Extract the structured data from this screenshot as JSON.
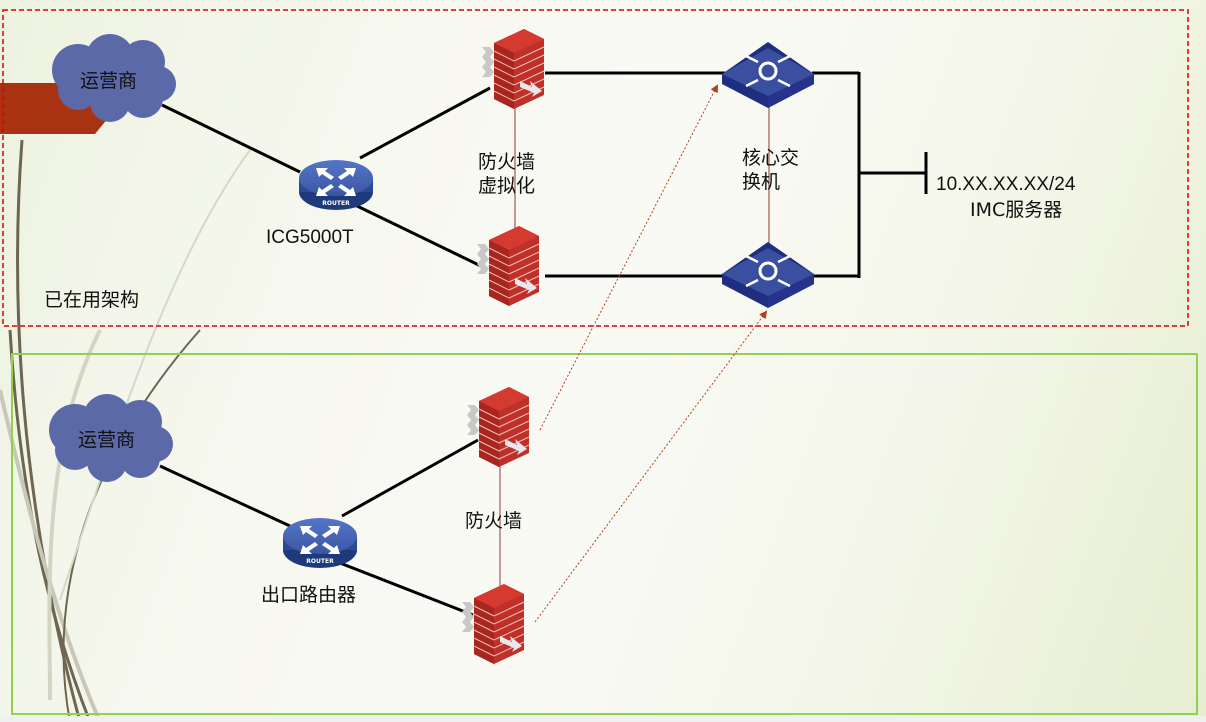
{
  "diagram": {
    "type": "network-topology",
    "groups": [
      {
        "id": "existing",
        "label": "已在用架构",
        "border": "dashed",
        "border_color": "#e00000"
      },
      {
        "id": "legacy",
        "label": "",
        "border": "solid",
        "border_color": "#92d050"
      }
    ],
    "nodes": {
      "isp_top": {
        "label": "运营商",
        "kind": "cloud"
      },
      "router_top": {
        "label": "ICG5000T",
        "kind": "router",
        "badge": "ROUTER"
      },
      "fw_virtual_label": {
        "label": "防火墙\n虚拟化"
      },
      "core_switch_label": {
        "label": "核心交\n换机"
      },
      "server_ip": {
        "label": "10.XX.XX.XX/24"
      },
      "server_name": {
        "label": "IMC服务器"
      },
      "isp_bottom": {
        "label": "运营商",
        "kind": "cloud"
      },
      "router_bottom": {
        "label": "出口路由器",
        "kind": "router",
        "badge": "ROUTER"
      },
      "fw_label": {
        "label": "防火墙"
      }
    },
    "colors": {
      "cloud": "#5b69a8",
      "router": "#3d5aa6",
      "switch": "#3b4fa0",
      "firewall": "#c0302a",
      "link": "#000000",
      "migration": "#b04020"
    }
  }
}
